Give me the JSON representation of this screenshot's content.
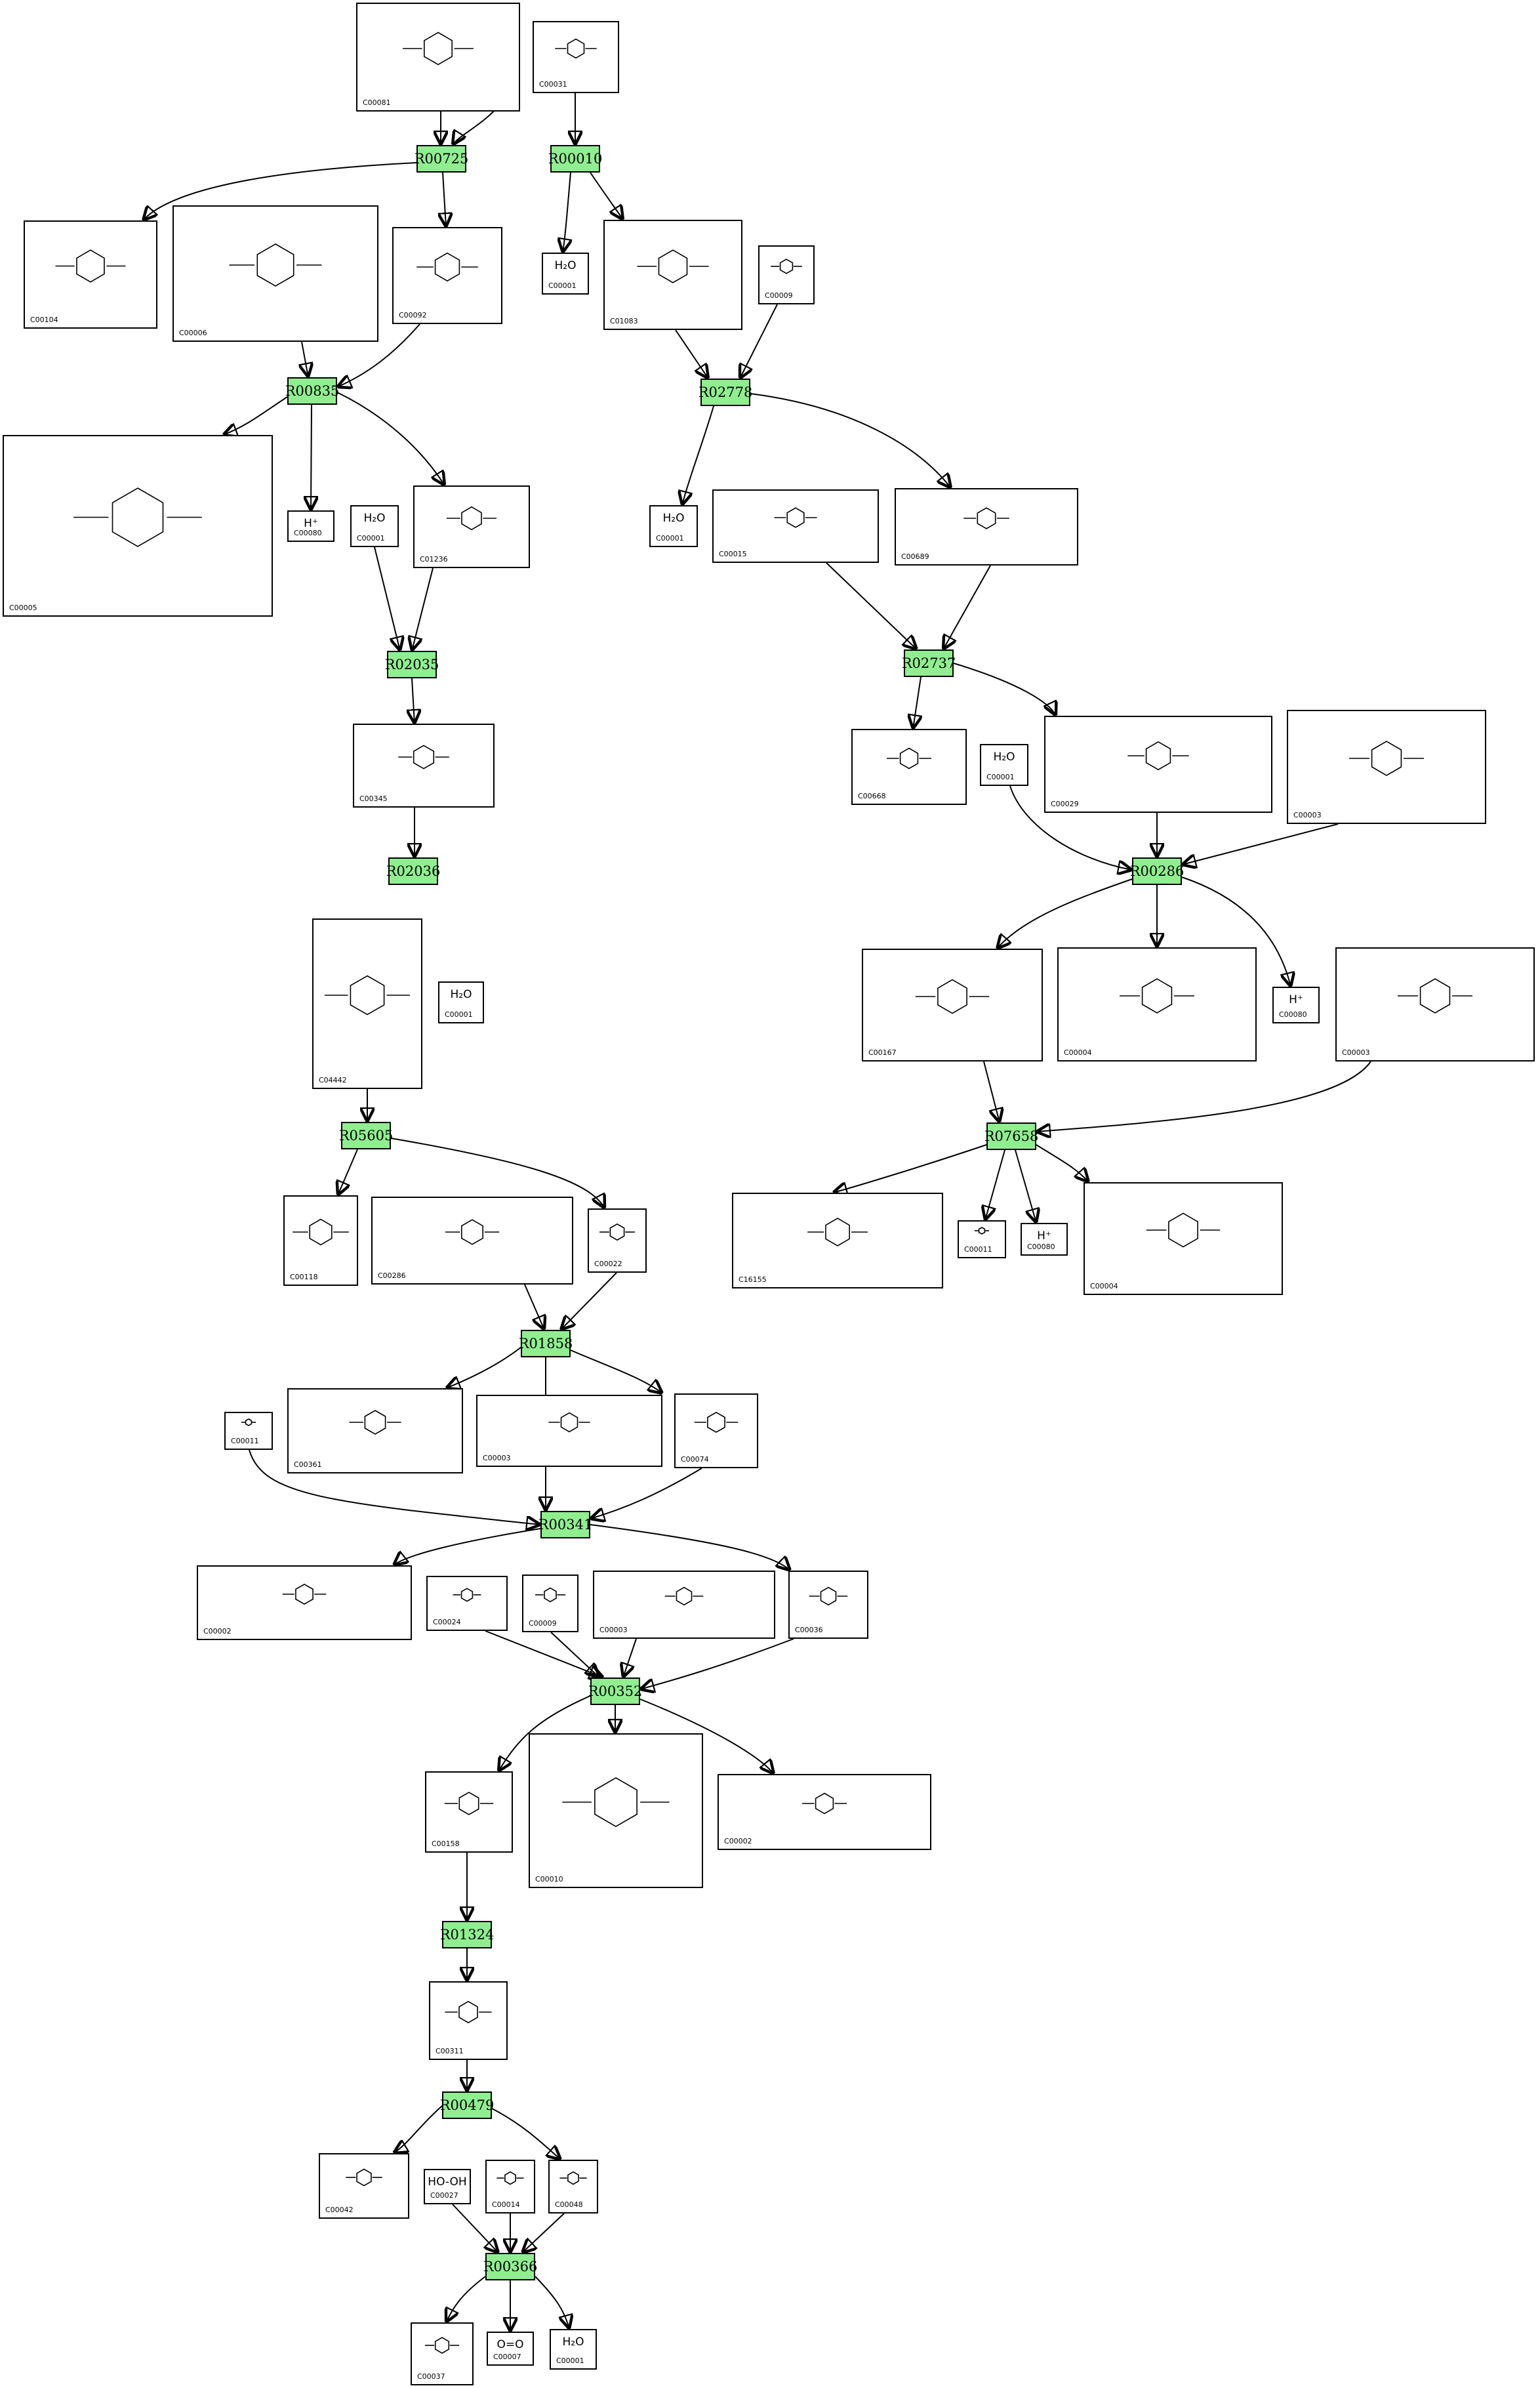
{
  "diagram": {
    "reactions": [
      {
        "id": "R00725"
      },
      {
        "id": "R00010"
      },
      {
        "id": "R00835"
      },
      {
        "id": "R02778"
      },
      {
        "id": "R02035"
      },
      {
        "id": "R02737"
      },
      {
        "id": "R02036"
      },
      {
        "id": "R00286"
      },
      {
        "id": "R05605"
      },
      {
        "id": "R07658"
      },
      {
        "id": "R01858"
      },
      {
        "id": "R00341"
      },
      {
        "id": "R00352"
      },
      {
        "id": "R01324"
      },
      {
        "id": "R00479"
      },
      {
        "id": "R00366"
      }
    ],
    "compounds": [
      {
        "id": "C00081"
      },
      {
        "id": "C00031"
      },
      {
        "id": "C00104"
      },
      {
        "id": "C00006"
      },
      {
        "id": "C00092"
      },
      {
        "id": "C00001",
        "formula": "H₂O"
      },
      {
        "id": "C01083"
      },
      {
        "id": "C00009"
      },
      {
        "id": "C00005"
      },
      {
        "id": "C00080",
        "formula": "H⁺"
      },
      {
        "id": "C00001",
        "formula": "H₂O"
      },
      {
        "id": "C01236"
      },
      {
        "id": "C00001",
        "formula": "H₂O"
      },
      {
        "id": "C00015"
      },
      {
        "id": "C00689"
      },
      {
        "id": "C00345"
      },
      {
        "id": "C00668"
      },
      {
        "id": "C00001",
        "formula": "H₂O"
      },
      {
        "id": "C00029"
      },
      {
        "id": "C00003"
      },
      {
        "id": "C04442"
      },
      {
        "id": "C00001",
        "formula": "H₂O"
      },
      {
        "id": "C00167"
      },
      {
        "id": "C00004"
      },
      {
        "id": "C00080",
        "formula": "H⁺"
      },
      {
        "id": "C00003"
      },
      {
        "id": "C00118"
      },
      {
        "id": "C00286"
      },
      {
        "id": "C00022"
      },
      {
        "id": "C16155"
      },
      {
        "id": "C00011"
      },
      {
        "id": "C00080",
        "formula": "H⁺"
      },
      {
        "id": "C00004"
      },
      {
        "id": "C00011"
      },
      {
        "id": "C00361"
      },
      {
        "id": "C00003"
      },
      {
        "id": "C00074"
      },
      {
        "id": "C00002"
      },
      {
        "id": "C00024"
      },
      {
        "id": "C00009"
      },
      {
        "id": "C00003"
      },
      {
        "id": "C00036"
      },
      {
        "id": "C00158"
      },
      {
        "id": "C00010"
      },
      {
        "id": "C00002"
      },
      {
        "id": "C00311"
      },
      {
        "id": "C00042"
      },
      {
        "id": "C00027",
        "formula": "HO-OH"
      },
      {
        "id": "C00014"
      },
      {
        "id": "C00048"
      },
      {
        "id": "C00037"
      },
      {
        "id": "C00007",
        "formula": "O=O"
      },
      {
        "id": "C00001",
        "formula": "H₂O"
      }
    ],
    "colors": {
      "reaction_fill": "#90ee90",
      "border": "#000000",
      "edge": "#000000"
    }
  }
}
